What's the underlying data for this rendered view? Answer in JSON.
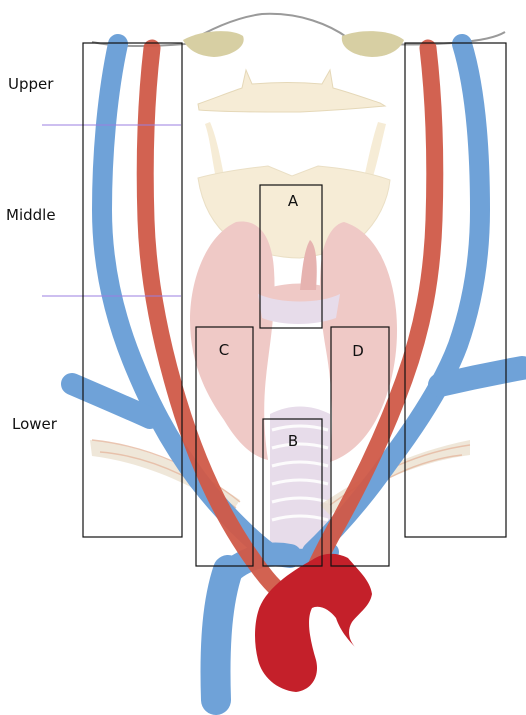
{
  "levels": {
    "upper": "Upper",
    "middle": "Middle",
    "lower": "Lower"
  },
  "regions": {
    "a": "A",
    "b": "B",
    "c": "C",
    "d": "D"
  },
  "colors": {
    "vein": "#6fa2d8",
    "artery": "#d05a48",
    "aortic_arch": "#c4202a",
    "thyroid": "#efc9c6",
    "laryngeal_cartilage": "#f6ecd6",
    "hyoid_bone": "#d7cfa3",
    "trachea": "#e7dcea",
    "guide_line": "#9b7fe0",
    "box_outline": "#111111"
  }
}
